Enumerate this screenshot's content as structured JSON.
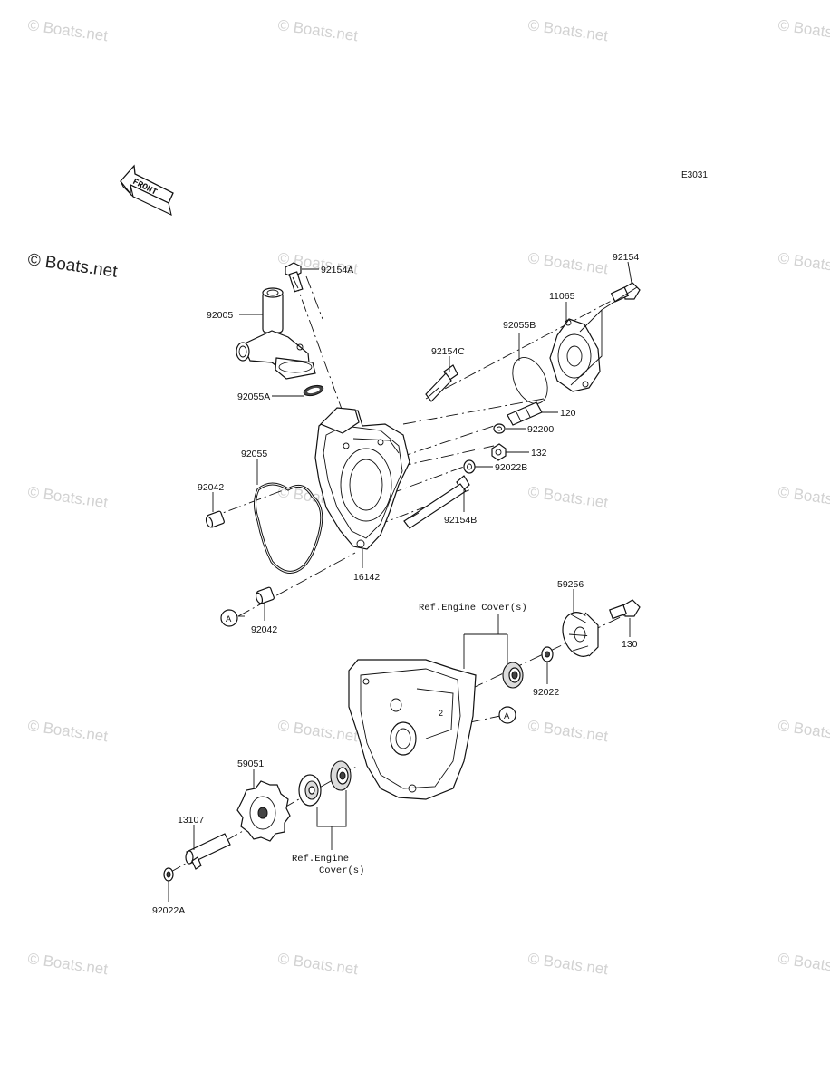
{
  "diagram_code": "E3031",
  "front_label": "FRONT",
  "watermark": "© Boats.net",
  "parts": {
    "p92154A": "92154A",
    "p92005": "92005",
    "p92055A": "92055A",
    "p92154": "92154",
    "p11065": "11065",
    "p92055B": "92055B",
    "p92154C": "92154C",
    "p120": "120",
    "p92200": "92200",
    "p132": "132",
    "p92022B": "92022B",
    "p92154B": "92154B",
    "p92055": "92055",
    "p92042_top": "92042",
    "p92042_bottom": "92042",
    "p16142": "16142",
    "p59256": "59256",
    "p130": "130",
    "p92022": "92022",
    "p59051": "59051",
    "p13107": "13107",
    "p92022A": "92022A"
  },
  "refs": {
    "engine_cover_top": "Ref.Engine Cover(s)",
    "engine_cover_bottom_1": "Ref.Engine",
    "engine_cover_bottom_2": "Cover(s)"
  },
  "markers": {
    "a1": "A",
    "a2": "A"
  }
}
